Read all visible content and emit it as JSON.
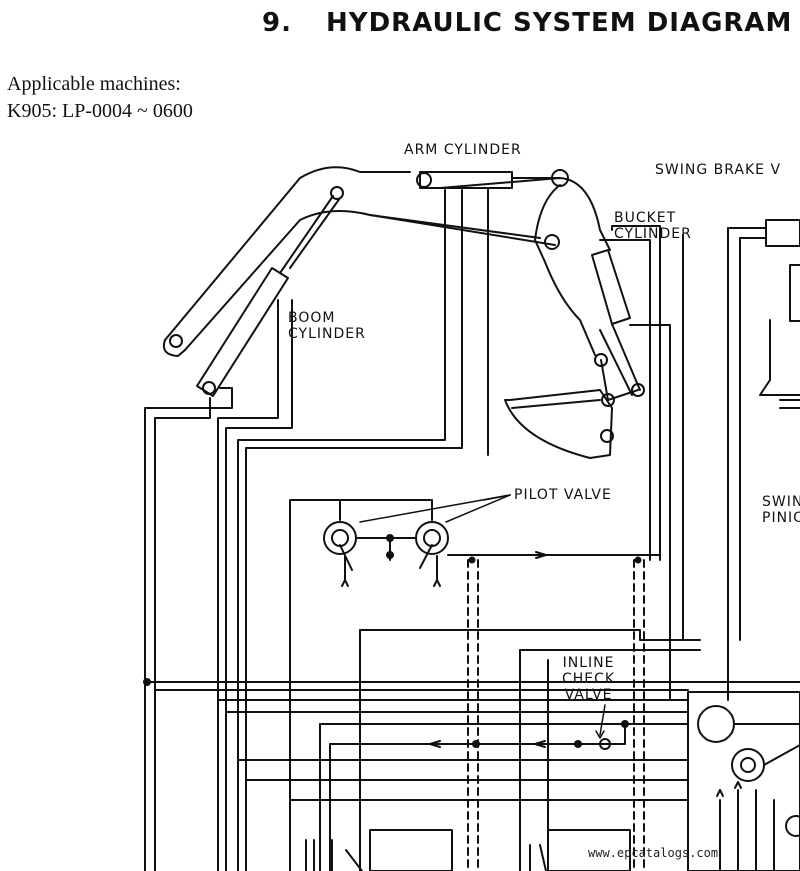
{
  "heading": {
    "number": "9.",
    "title": "HYDRAULIC SYSTEM DIAGRAM"
  },
  "applicability": {
    "label": "Applicable machines:",
    "model": "K905:  LP-0004 ~ 0600"
  },
  "labels": {
    "arm_cylinder": "ARM CYLINDER",
    "swing_brake_valve": "SWING BRAKE V",
    "bucket_cylinder": "BUCKET\nCYLINDER",
    "boom_cylinder": "BOOM\nCYLINDER",
    "pilot_valve": "PILOT VALVE",
    "swing_pinion": "SWIN\nPINIO",
    "inline_check_valve": "INLINE\nCHECK\nVALVE"
  },
  "watermark": "www.epcatalogs.com",
  "colors": {
    "ink": "#111111",
    "paper": "#ffffff"
  }
}
